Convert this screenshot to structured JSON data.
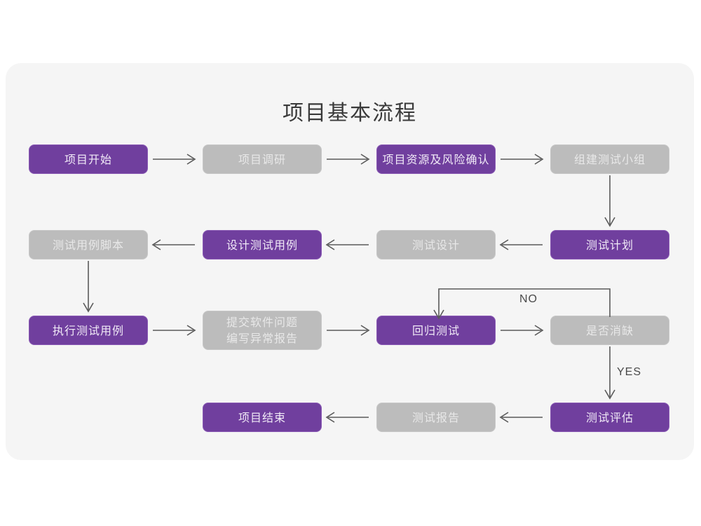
{
  "page": {
    "background": "#ffffff",
    "card_background": "#f5f5f5"
  },
  "title": "项目基本流程",
  "colors": {
    "purple": "#703f9e",
    "purple_border": "#8b5bb5",
    "gray": "#bcbcbc",
    "gray_border": "#c7c7c7",
    "purple_text": "#f1eaf7",
    "gray_text": "#e8e8e8",
    "connector": "#5a5a5a",
    "title_text": "#3a3a3a"
  },
  "nodes": [
    {
      "id": "n1",
      "label": "项目开始",
      "style": "purple",
      "row": 1,
      "col": 1
    },
    {
      "id": "n2",
      "label": "项目调研",
      "style": "gray",
      "row": 1,
      "col": 2
    },
    {
      "id": "n3",
      "label": "项目资源及风险确认",
      "style": "purple",
      "row": 1,
      "col": 3
    },
    {
      "id": "n4",
      "label": "组建测试小组",
      "style": "gray",
      "row": 1,
      "col": 4
    },
    {
      "id": "n5",
      "label": "测试用例脚本",
      "style": "gray",
      "row": 2,
      "col": 1
    },
    {
      "id": "n6",
      "label": "设计测试用例",
      "style": "purple",
      "row": 2,
      "col": 2
    },
    {
      "id": "n7",
      "label": "测试设计",
      "style": "gray",
      "row": 2,
      "col": 3
    },
    {
      "id": "n8",
      "label": "测试计划",
      "style": "purple",
      "row": 2,
      "col": 4
    },
    {
      "id": "n9",
      "label": "执行测试用例",
      "style": "purple",
      "row": 3,
      "col": 1
    },
    {
      "id": "n10",
      "label": "提交软件问题\n编写异常报告",
      "style": "gray",
      "row": 3,
      "col": 2
    },
    {
      "id": "n11",
      "label": "回归测试",
      "style": "purple",
      "row": 3,
      "col": 3
    },
    {
      "id": "n12",
      "label": "是否消缺",
      "style": "gray",
      "row": 3,
      "col": 4
    },
    {
      "id": "n13",
      "label": "项目结束",
      "style": "purple",
      "row": 4,
      "col": 2
    },
    {
      "id": "n14",
      "label": "测试报告",
      "style": "gray",
      "row": 4,
      "col": 3
    },
    {
      "id": "n15",
      "label": "测试评估",
      "style": "purple",
      "row": 4,
      "col": 4
    }
  ],
  "edges": [
    {
      "id": "e1",
      "from": "n1",
      "to": "n2",
      "direction": "right",
      "label": ""
    },
    {
      "id": "e2",
      "from": "n2",
      "to": "n3",
      "direction": "right",
      "label": ""
    },
    {
      "id": "e3",
      "from": "n3",
      "to": "n4",
      "direction": "right",
      "label": ""
    },
    {
      "id": "e4",
      "from": "n4",
      "to": "n8",
      "direction": "down",
      "label": ""
    },
    {
      "id": "e5",
      "from": "n8",
      "to": "n7",
      "direction": "left",
      "label": ""
    },
    {
      "id": "e6",
      "from": "n7",
      "to": "n6",
      "direction": "left",
      "label": ""
    },
    {
      "id": "e7",
      "from": "n6",
      "to": "n5",
      "direction": "left",
      "label": ""
    },
    {
      "id": "e8",
      "from": "n5",
      "to": "n9",
      "direction": "down",
      "label": ""
    },
    {
      "id": "e9",
      "from": "n9",
      "to": "n10",
      "direction": "right",
      "label": ""
    },
    {
      "id": "e10",
      "from": "n10",
      "to": "n11",
      "direction": "right",
      "label": ""
    },
    {
      "id": "e11",
      "from": "n11",
      "to": "n12",
      "direction": "right",
      "label": ""
    },
    {
      "id": "e12",
      "from": "n12",
      "to": "n11",
      "direction": "loop-up-left",
      "label": "NO"
    },
    {
      "id": "e13",
      "from": "n12",
      "to": "n15",
      "direction": "down",
      "label": "YES"
    },
    {
      "id": "e14",
      "from": "n15",
      "to": "n14",
      "direction": "left",
      "label": ""
    },
    {
      "id": "e15",
      "from": "n14",
      "to": "n13",
      "direction": "left",
      "label": ""
    }
  ],
  "edge_labels": {
    "no": "NO",
    "yes": "YES"
  }
}
